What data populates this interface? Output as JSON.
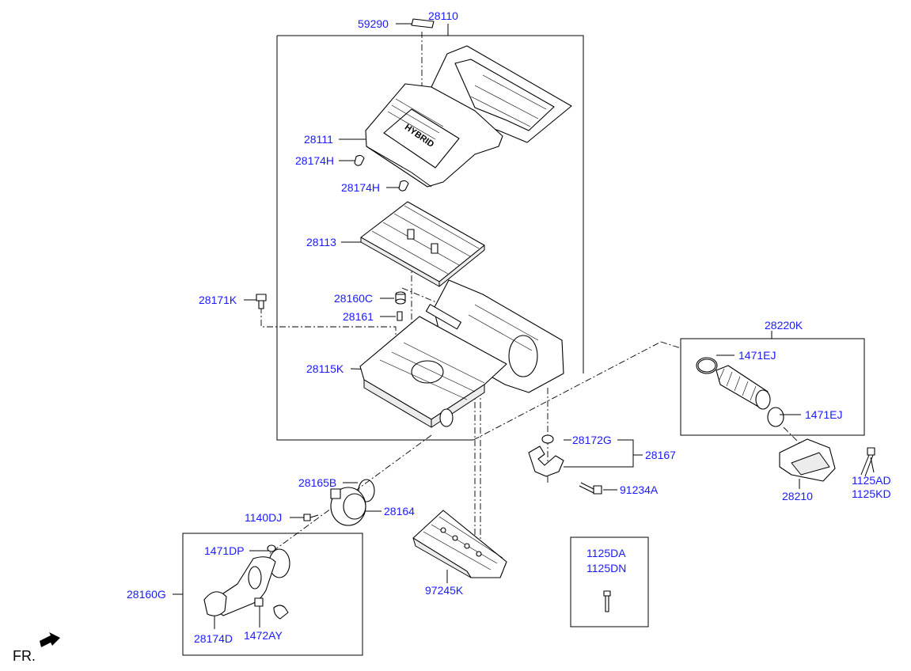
{
  "labels": {
    "p59290": "59290",
    "p28110": "28110",
    "p28111": "28111",
    "p28174H_a": "28174H",
    "p28174H_b": "28174H",
    "p28113": "28113",
    "p28171K": "28171K",
    "p28160C": "28160C",
    "p28161": "28161",
    "p28115K": "28115K",
    "p28220K": "28220K",
    "p1471EJ_a": "1471EJ",
    "p1471EJ_b": "1471EJ",
    "p28172G": "28172G",
    "p28167": "28167",
    "p28210": "28210",
    "p1125AD": "1125AD",
    "p1125KD": "1125KD",
    "p91234A": "91234A",
    "p28165B": "28165B",
    "p28164": "28164",
    "p1140DJ": "1140DJ",
    "p1471DP": "1471DP",
    "p28160G": "28160G",
    "p28174D": "28174D",
    "p1472AY": "1472AY",
    "p97245K": "97245K",
    "p1125DA": "1125DA",
    "p1125DN": "1125DN"
  },
  "cover_emblem": "HYBRID",
  "direction_marker": "FR.",
  "colors": {
    "label": "#1a1aff",
    "line": "#000000",
    "background": "#ffffff"
  },
  "icons": [
    "front-direction-arrow-icon"
  ]
}
